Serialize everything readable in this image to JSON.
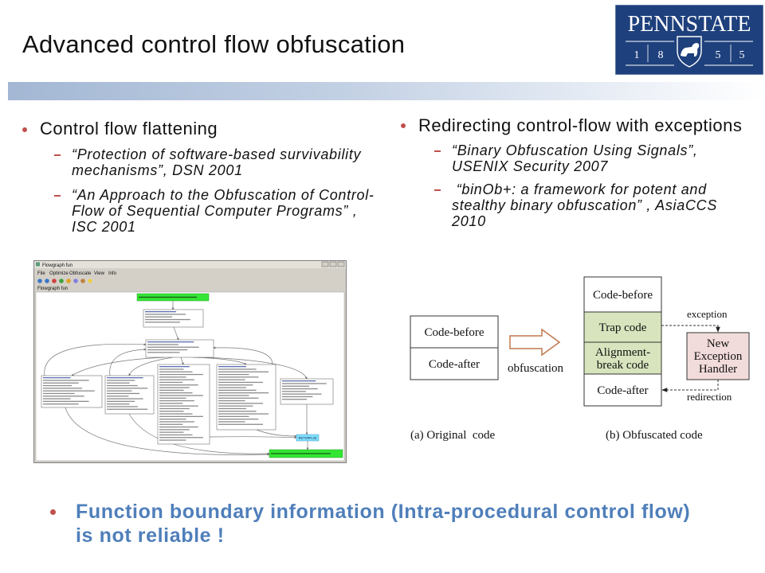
{
  "slide": {
    "title": "Advanced control flow obfuscation"
  },
  "logo": {
    "wordmark": "PENNSTATE",
    "year_digits": [
      "1",
      "8",
      "5",
      "5"
    ],
    "icon": "nittany-lion-shield-icon"
  },
  "colors": {
    "bullet": "#c0504d",
    "emphasis_text": "#4f7fba",
    "logo_background": "#1e407c",
    "title_bar_gradient_start": "#a3b7d4",
    "inserted_code_fill": "#d7e4bd",
    "handler_fill": "#f2dcdb",
    "transform_arrow": "#c0784d",
    "flowgraph_entry_exit_node": "#33e633",
    "flowgraph_return_node": "#7fdfff"
  },
  "left_column": {
    "heading": "Control flow flattening",
    "references": [
      {
        "lines": [
          "“Protection of software-based survivability",
          "mechanisms”, DSN 2001"
        ]
      },
      {
        "lines": [
          "“An Approach to the Obfuscation of Control-",
          "Flow of Sequential Computer Programs” ,",
          "ISC 2001"
        ]
      }
    ]
  },
  "right_column": {
    "heading": "Redirecting control-flow with exceptions",
    "references": [
      {
        "lines": [
          "“Binary Obfuscation Using Signals”,",
          "USENIX Security 2007"
        ]
      },
      {
        "lines": [
          " “binOb+: a framework for potent and",
          "stealthy binary obfuscation” , AsiaCCS",
          "2010"
        ]
      }
    ]
  },
  "flowgraph_screenshot": {
    "window_title": "Flowgraph fun",
    "menu": [
      "File",
      "Optimize",
      "Obfuscate",
      "View",
      "Info"
    ],
    "canvas_label": "Flowgraph fun",
    "return_node": "RETURN (0)"
  },
  "diagram": {
    "original": {
      "cells": [
        "Code-before",
        "Code-after"
      ],
      "caption": "(a) Original  code"
    },
    "transform_label": "obfuscation",
    "obfuscated": {
      "code_before": "Code-before",
      "trap_code": "Trap code",
      "alignment_break_lines": [
        "Alignment-",
        "break code"
      ],
      "code_after": "Code-after",
      "caption": "(b) Obfuscated code"
    },
    "handler_lines": [
      "New",
      "Exception",
      "Handler"
    ],
    "exception_label": "exception",
    "redirection_label": "redirection"
  },
  "conclusion": {
    "lines": [
      "Function boundary information (Intra-procedural control flow)",
      "is not reliable !"
    ]
  }
}
